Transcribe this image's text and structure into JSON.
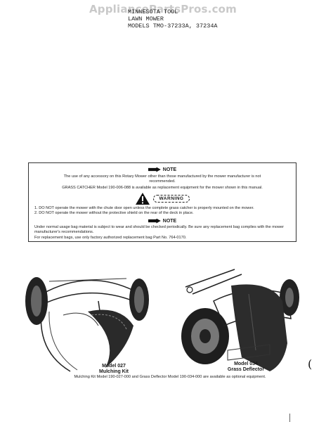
{
  "watermark": "AppliancePartsPros.com",
  "header": {
    "line1": "MINNESOTA TOOL",
    "line2": "LAWN MOWER",
    "line3": "MODELS TMO-37233A, 37234A"
  },
  "notice": {
    "note_label": "NOTE",
    "accessory_text": "The use of any accessory on this Rotary Mower other than those manufactured by the mower manufacturer is not recommended.",
    "grass_catcher_text": "GRASS CATCHER Model 190-006-088 is available as replacement equipment for the mower shown in this manual.",
    "warning_label": "WARNING",
    "items": [
      "1. DO NOT operate the mower with the chute door open unless the complete grass catcher is properly mounted on the mower.",
      "2. DO NOT operate the mower without the protective shield on the rear of the deck in place."
    ],
    "note2_label": "NOTE",
    "wear_text": "Under normal usage bag material is subject to wear and should be checked periodically. Be sure any replacement bag complies with the mower manufacturer's recommendations.",
    "replacement_text": "For replacement bags, use only factory authorized replacement bag Part No. 764-0170."
  },
  "figures": {
    "left_model": "Model 027",
    "left_name": "Mulching Kit",
    "right_model": "Model 034",
    "right_name": "Grass Deflector"
  },
  "caption": "Mulching Kit Model 190-027-000 and Grass Deflector Model 190-034-000 are available as optional equipment."
}
